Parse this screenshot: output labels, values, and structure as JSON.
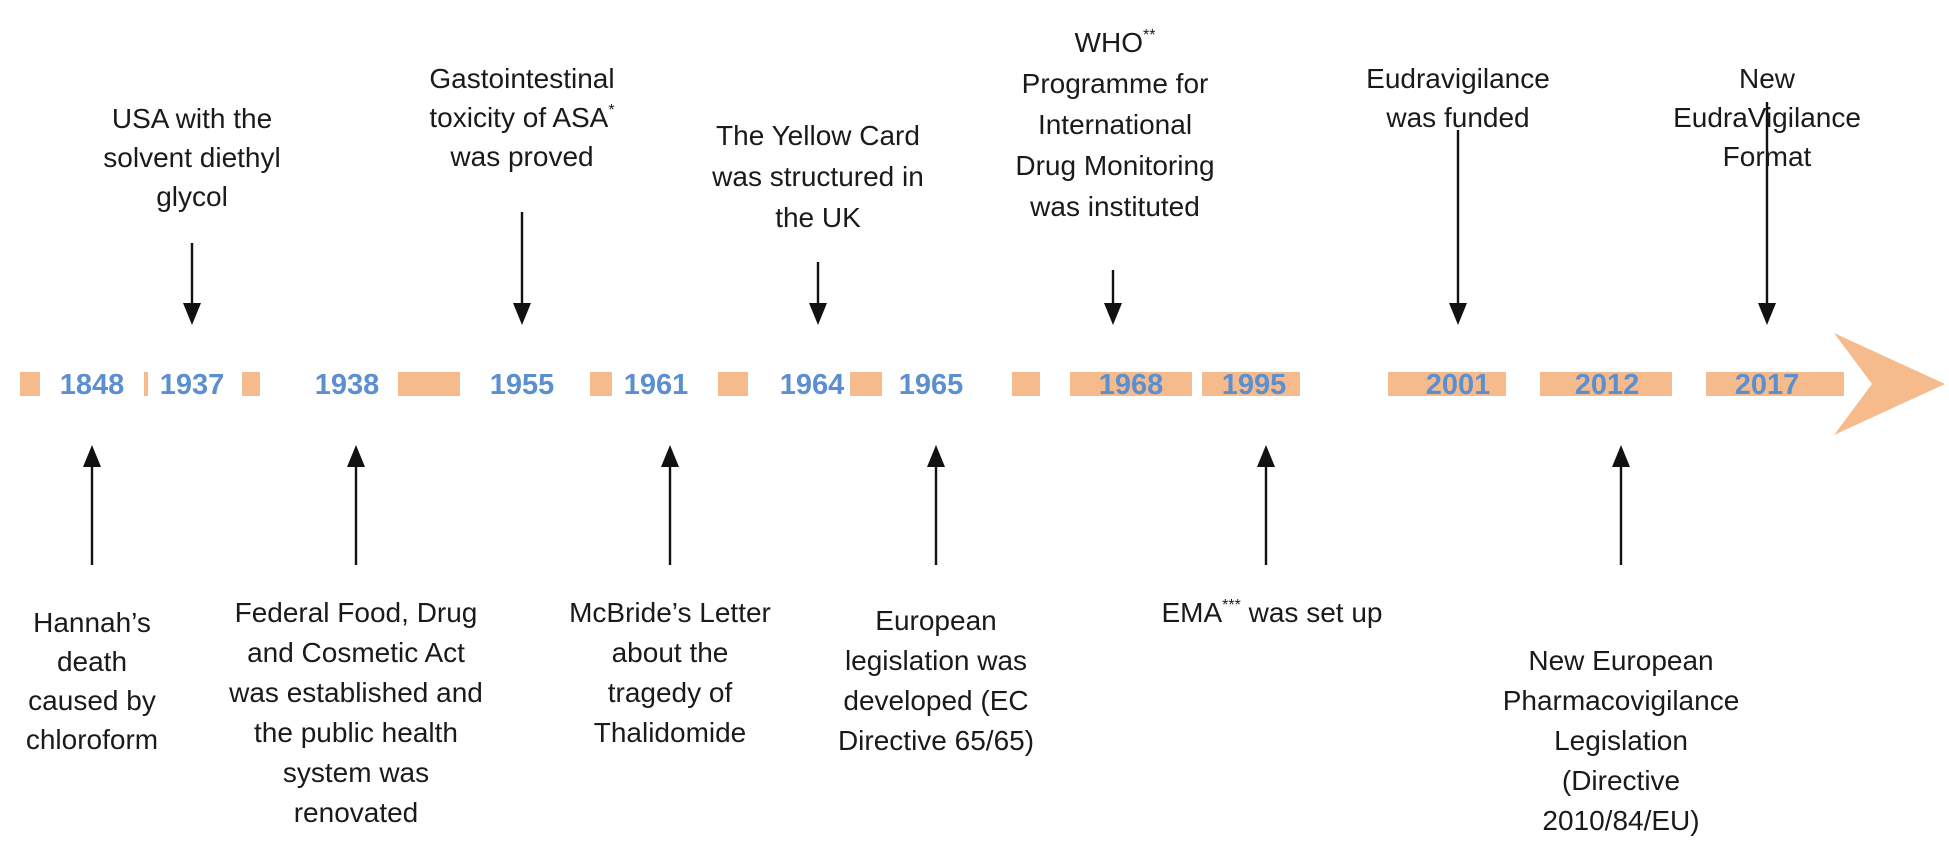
{
  "colors": {
    "bar": "#f6bb8c",
    "year": "#5b8fd0",
    "text": "#1a1a1a",
    "arrow": "#111111"
  },
  "years": [
    "1848",
    "1937",
    "1938",
    "1955",
    "1961",
    "1964",
    "1965",
    "1968",
    "1995",
    "2001",
    "2012",
    "2017"
  ],
  "events_above": [
    {
      "year": "1937",
      "lines": [
        [
          "USA with the"
        ],
        [
          "solvent diethyl"
        ],
        [
          "glycol"
        ]
      ]
    },
    {
      "year": "1955",
      "lines": [
        [
          "Gastointestinal"
        ],
        [
          "toxicity of ASA",
          "*"
        ],
        [
          "was proved"
        ]
      ]
    },
    {
      "year": "1964",
      "lines": [
        [
          "The Yellow  Card"
        ],
        [
          "was structured  in"
        ],
        [
          "the UK"
        ]
      ]
    },
    {
      "year": "1968",
      "lines": [
        [
          "WHO",
          "**"
        ],
        [
          "Programme for"
        ],
        [
          "International"
        ],
        [
          "Drug Monitoring"
        ],
        [
          "was instituted"
        ]
      ]
    },
    {
      "year": "2001",
      "lines": [
        [
          "Eudravigilance"
        ],
        [
          "was funded"
        ]
      ]
    },
    {
      "year": "2017",
      "lines": [
        [
          "New"
        ],
        [
          "EudraVigilance"
        ],
        [
          "Format"
        ]
      ]
    }
  ],
  "events_below": [
    {
      "year": "1848",
      "lines": [
        [
          "Hannah’s"
        ],
        [
          "death"
        ],
        [
          "caused by"
        ],
        [
          "chloroform"
        ]
      ]
    },
    {
      "year": "1938",
      "lines": [
        [
          "Federal Food, Drug"
        ],
        [
          "and Cosmetic  Act"
        ],
        [
          "was established  and"
        ],
        [
          "the public health"
        ],
        [
          "system was"
        ],
        [
          "renovated"
        ]
      ]
    },
    {
      "year": "1961",
      "lines": [
        [
          "McBride’s Letter"
        ],
        [
          "about the"
        ],
        [
          "tragedy of"
        ],
        [
          "Thalidomide"
        ]
      ]
    },
    {
      "year": "1965",
      "lines": [
        [
          "European"
        ],
        [
          "legislation was"
        ],
        [
          "developed (EC"
        ],
        [
          "Directive 65/65)"
        ]
      ]
    },
    {
      "year": "1995",
      "lines": [
        [
          "EMA",
          "***",
          " was set up"
        ]
      ]
    },
    {
      "year": "2012",
      "lines": [
        [
          "New European"
        ],
        [
          "Pharmacovigilance"
        ],
        [
          "Legislation"
        ],
        [
          "(Directive"
        ],
        [
          "2010/84/EU)"
        ]
      ]
    }
  ]
}
